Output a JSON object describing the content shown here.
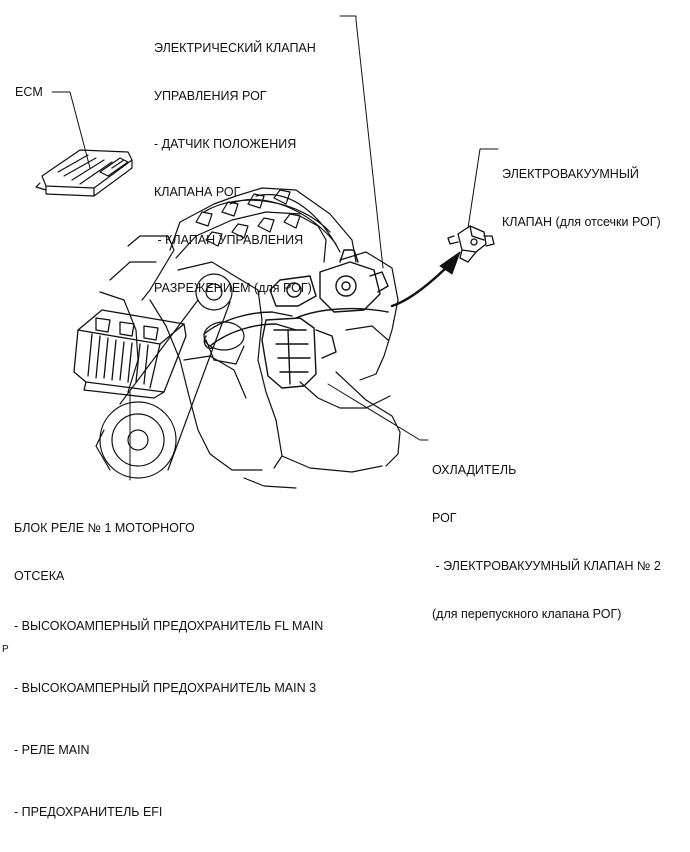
{
  "labels": {
    "egr_valve": {
      "lines": [
        "ЭЛЕКТРИЧЕСКИЙ КЛАПАН",
        "УПРАВЛЕНИЯ РОГ",
        "- ДАТЧИК ПОЛОЖЕНИЯ",
        "КЛАПАНА РОГ",
        " - КЛАПАН УПРАВЛЕНИЯ",
        "РАЗРЕЖЕНИЕМ (для РОГ)"
      ]
    },
    "ecm": {
      "text": "ECM"
    },
    "vsv_cutoff": {
      "lines": [
        "ЭЛЕКТРОВАКУУМНЫЙ",
        "КЛАПАН (для отсечки РОГ)"
      ]
    },
    "cooler": {
      "lines": [
        "ОХЛАДИТЕЛЬ",
        "РОГ",
        " - ЭЛЕКТРОВАКУУМНЫЙ КЛАПАН № 2",
        "(для перепускного клапана РОГ)"
      ]
    },
    "relay_block": {
      "title_lines": [
        "БЛОК РЕЛЕ № 1 МОТОРНОГО",
        "ОТСЕКА"
      ],
      "items": [
        "- ВЫСОКОАМПЕРНЫЙ ПРЕДОХРАНИТЕЛЬ FL MAIN",
        "- ВЫСОКОАМПЕРНЫЙ ПРЕДОХРАНИТЕЛЬ MAIN 3",
        "- РЕЛЕ MAIN",
        "- ПРЕДОХРАНИТЕЛЬ EFI"
      ]
    },
    "corner_mark": {
      "text": "P"
    }
  },
  "colors": {
    "ink": "#111111",
    "paper": "#ffffff"
  }
}
